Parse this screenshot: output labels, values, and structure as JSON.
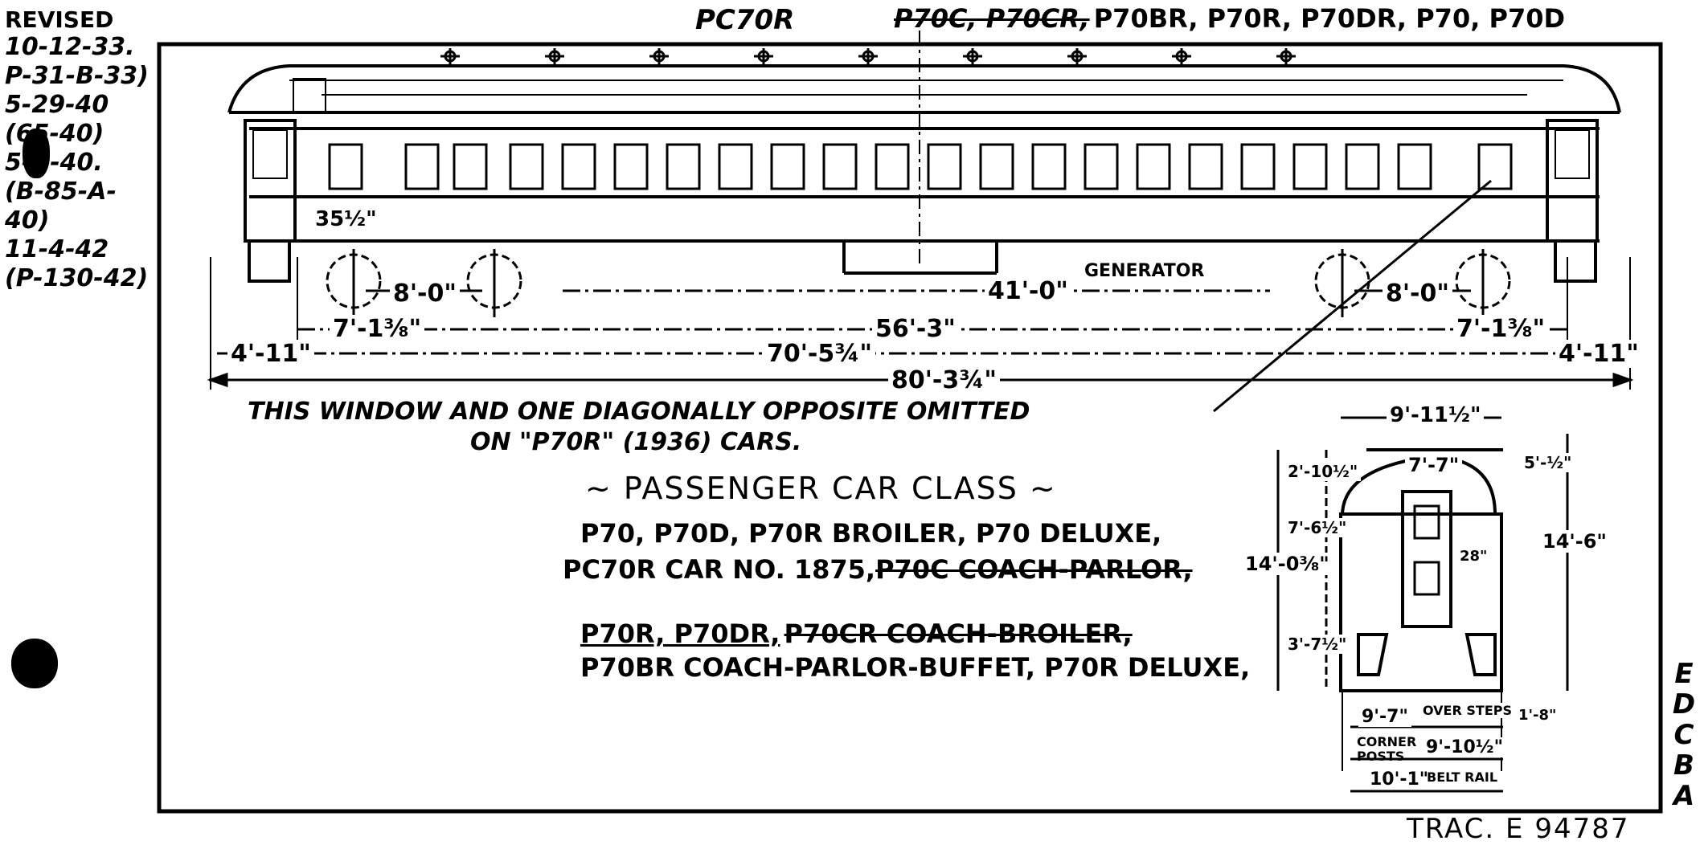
{
  "revisions": {
    "label": "REVISED",
    "entries": [
      "10-12-33.",
      "P-31-B-33)",
      "5-29-40",
      "(65-40)",
      "5-B-40.",
      "(B-85-A-40)",
      "11-4-42",
      "(P-130-42)"
    ]
  },
  "header": {
    "class_code": "PC70R",
    "struck_codes": "P70C, P70CR,",
    "codes": "P70BR, P70R, P70DR, P70, P70D"
  },
  "dimensions": {
    "window_height": "35½\"",
    "truck_wheelbase_left": "8'-0\"",
    "truck_wheelbase_right": "8'-0\"",
    "truck_centers": "41'-0\"",
    "generator": "GENERATOR",
    "truck_offset_left": "7'-1⅜\"",
    "truck_offset_right": "7'-1⅜\"",
    "over_trucks": "56'-3\"",
    "over_body": "70'-5¾\"",
    "end_left": "4'-11\"",
    "end_right": "4'-11\"",
    "overall": "80'-3¾\""
  },
  "note": {
    "line1": "THIS WINDOW AND ONE DIAGONALLY OPPOSITE OMITTED",
    "line2": "ON \"P70R\" (1936) CARS."
  },
  "title": {
    "heading": "~ PASSENGER CAR CLASS ~",
    "line1": "P70, P70D, P70R BROILER, P70 DELUXE,",
    "line2_a": "PC70R CAR NO. 1875,",
    "line2_struck": "P70C COACH-PARLOR,",
    "line3_a": "P70R, P70DR,",
    "line3_struck": "P70CR COACH-BROILER,",
    "line4": "P70BR COACH-PARLOR-BUFFET, P70R DELUXE,"
  },
  "end_view": {
    "width_top": "9'-11½\"",
    "roof_width": "7'-7\"",
    "roof_height": "5'-½\"",
    "upper_1": "2'-10½\"",
    "side_height": "7'-6½\"",
    "height_left": "14'-0⅜\"",
    "height_right": "14'-6\"",
    "door_width": "28\"",
    "lower": "3'-7½\"",
    "over_steps": "OVER STEPS",
    "step_width": "9'-7\"",
    "step_dim": "1'-8\"",
    "corner_posts_label": "CORNER POSTS",
    "corner_posts": "9'-10½\"",
    "belt_rail_width": "10'-1\"",
    "belt_rail_label": "BELT RAIL"
  },
  "revision_letters": [
    "E",
    "D",
    "C",
    "B",
    "A"
  ],
  "footer": {
    "tracing": "TRAC. E 94787"
  }
}
